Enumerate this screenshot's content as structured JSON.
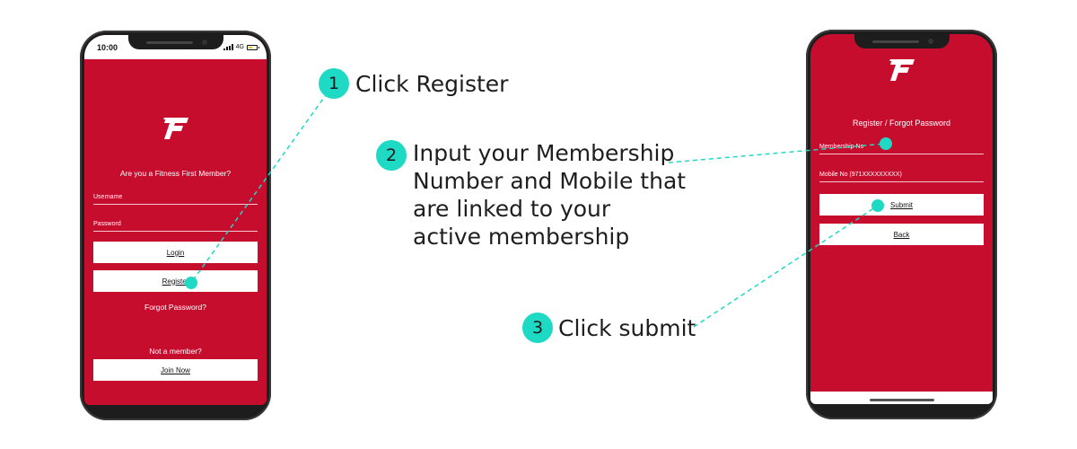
{
  "colors": {
    "brand_red": "#c60d2e",
    "accent_teal": "#1ed9c4",
    "phone_frame": "#1d1d1d",
    "button_bg": "#ffffff"
  },
  "login_screen": {
    "status": {
      "time": "10:00",
      "network": "4G",
      "battery_icon": "battery-icon"
    },
    "logo_icon": "fitness-first-logo-icon",
    "question": "Are you a Fitness First Member?",
    "username_label": "Username",
    "password_label": "Password",
    "login_button": "Login",
    "register_button": "Register",
    "forgot_link": "Forgot Password?",
    "not_member": "Not a member?",
    "join_button": "Join Now"
  },
  "register_screen": {
    "logo_icon": "fitness-first-logo-icon",
    "title": "Register / Forgot Password",
    "membership_label": "Membership No",
    "mobile_label": "Mobile No (971XXXXXXXXX)",
    "submit_button": "Submit",
    "back_button": "Back"
  },
  "steps": [
    {
      "number": "1",
      "lines": [
        "Click Register"
      ]
    },
    {
      "number": "2",
      "lines": [
        "Input your Membership",
        "Number and Mobile that",
        "are linked to your",
        "active membership"
      ]
    },
    {
      "number": "3",
      "lines": [
        "Click submit"
      ]
    }
  ]
}
